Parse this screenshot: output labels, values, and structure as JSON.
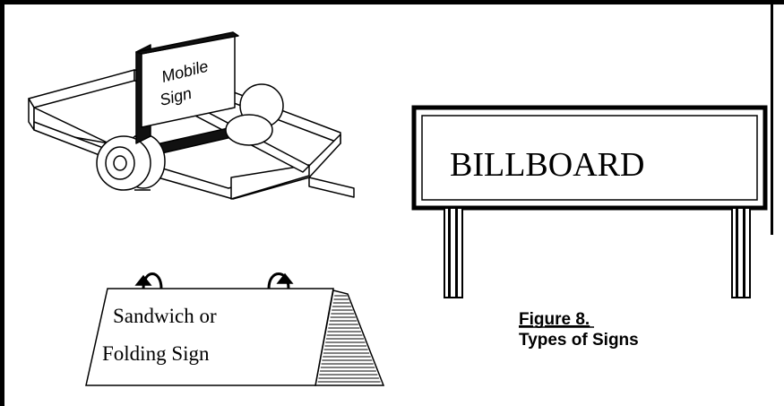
{
  "mobile_sign": {
    "line1": "Mobile",
    "line2": "Sign"
  },
  "billboard": {
    "label": "BILLBOARD"
  },
  "sandwich_sign": {
    "line1": "Sandwich or",
    "line2": "Folding Sign"
  },
  "caption": {
    "figure": "Figure 8.",
    "title": "Types of Signs"
  }
}
